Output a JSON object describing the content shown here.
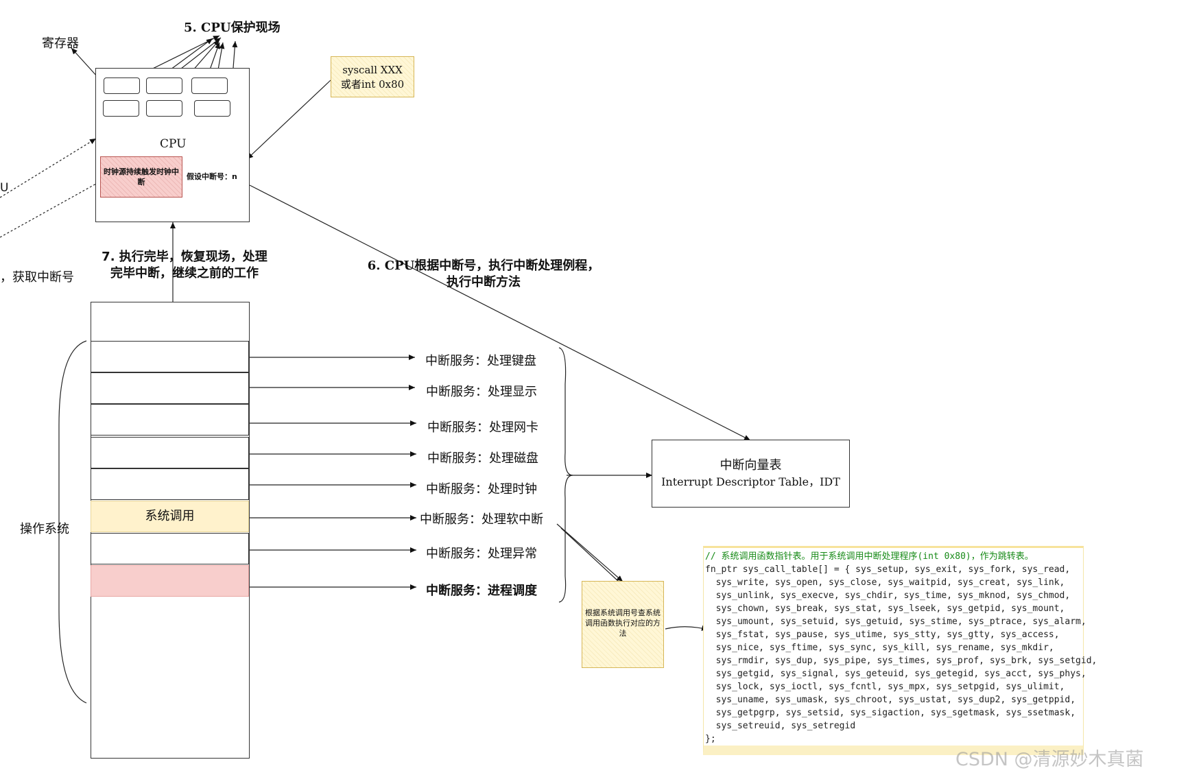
{
  "cpu": {
    "title": "CPU",
    "protect_label": "5. CPU保护现场",
    "registers_label": "寄存器",
    "clock_box": "时钟源持续触发时钟中断",
    "interrupt_number": "假设中断号：n"
  },
  "syscall_note": {
    "line1": "syscall XXX",
    "line2": "或者int 0x80"
  },
  "left_fragments": {
    "u": "U",
    "get_number": "，获取中断号"
  },
  "step7": {
    "line1": "7. 执行完毕，恢复现场，处理",
    "line2": "完毕中断，继续之前的工作"
  },
  "step6": {
    "line1": "6. CPU根据中断号，执行中断处理例程，",
    "line2": "执行中断方法"
  },
  "os_label": "操作系统",
  "syscall_slot": "系统调用",
  "services": [
    "中断服务：处理键盘",
    "中断服务：处理显示",
    "中断服务：处理网卡",
    "中断服务：处理磁盘",
    "中断服务：处理时钟",
    "中断服务：处理软中断",
    "中断服务：处理异常",
    "中断服务：进程调度"
  ],
  "idt": {
    "title": "中断向量表",
    "subtitle": "Interrupt Descriptor Table，IDT"
  },
  "lookup_note": "根据系统调用号查系统调用函数执行对应的方法",
  "code": {
    "comment": "// 系统调用函数指针表。用于系统调用中断处理程序(int 0x80)，作为跳转表。",
    "lines": [
      "fn_ptr sys_call_table[] = { sys_setup, sys_exit, sys_fork, sys_read,",
      "  sys_write, sys_open, sys_close, sys_waitpid, sys_creat, sys_link,",
      "  sys_unlink, sys_execve, sys_chdir, sys_time, sys_mknod, sys_chmod,",
      "  sys_chown, sys_break, sys_stat, sys_lseek, sys_getpid, sys_mount,",
      "  sys_umount, sys_setuid, sys_getuid, sys_stime, sys_ptrace, sys_alarm,",
      "  sys_fstat, sys_pause, sys_utime, sys_stty, sys_gtty, sys_access,",
      "  sys_nice, sys_ftime, sys_sync, sys_kill, sys_rename, sys_mkdir,",
      "  sys_rmdir, sys_dup, sys_pipe, sys_times, sys_prof, sys_brk, sys_setgid,",
      "  sys_getgid, sys_signal, sys_geteuid, sys_getegid, sys_acct, sys_phys,",
      "  sys_lock, sys_ioctl, sys_fcntl, sys_mpx, sys_setpgid, sys_ulimit,",
      "  sys_uname, sys_umask, sys_chroot, sys_ustat, sys_dup2, sys_getppid,",
      "  sys_getpgrp, sys_setsid, sys_sigaction, sys_sgetmask, sys_ssetmask,",
      "  sys_setreuid, sys_setregid",
      "};"
    ]
  },
  "watermark": "CSDN @清源妙木真菌"
}
